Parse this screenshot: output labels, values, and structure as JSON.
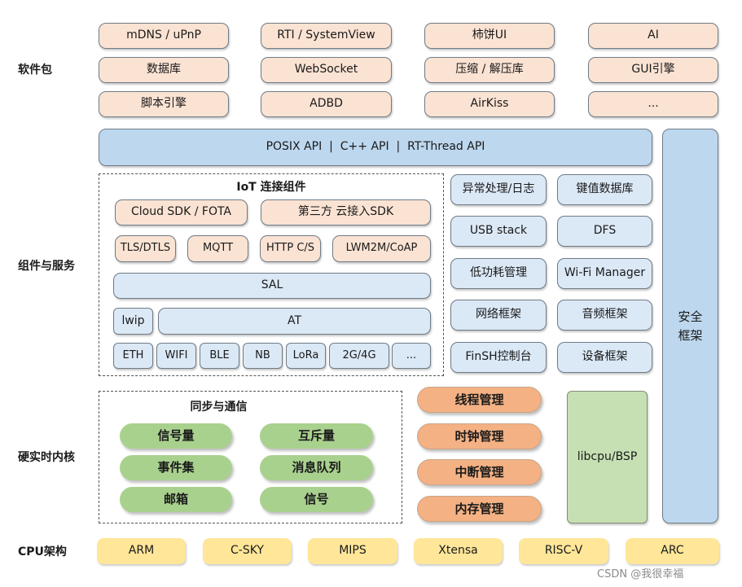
{
  "layer_labels": {
    "packages": "软件包",
    "components": "组件与服务",
    "kernel": "硬实时内核",
    "cpu": "CPU架构"
  },
  "packages": [
    "mDNS / uPnP",
    "RTI / SystemView",
    "柿饼UI",
    "AI",
    "数据库",
    "WebSocket",
    "压缩 / 解压库",
    "GUI引擎",
    "脚本引擎",
    "ADBD",
    "AirKiss",
    "..."
  ],
  "api_bar": "POSIX API  |  C++ API  |  RT-Thread API",
  "security": "安全\n框架",
  "iot": {
    "title": "IoT 连接组件",
    "cloud_sdk": "Cloud SDK / FOTA",
    "third_party": "第三方 云接入SDK",
    "protocols": [
      "TLS/DTLS",
      "MQTT",
      "HTTP C/S",
      "LWM2M/CoAP"
    ],
    "sal": "SAL",
    "lwip": "lwip",
    "at": "AT",
    "links": [
      "ETH",
      "WIFI",
      "BLE",
      "NB",
      "LoRa",
      "2G/4G",
      "..."
    ]
  },
  "services": [
    "异常处理/日志",
    "键值数据库",
    "USB stack",
    "DFS",
    "低功耗管理",
    "Wi-Fi Manager",
    "网络框架",
    "音频框架",
    "FinSH控制台",
    "设备框架"
  ],
  "sync": {
    "title": "同步与通信",
    "items": [
      "信号量",
      "互斥量",
      "事件集",
      "消息队列",
      "邮箱",
      "信号"
    ]
  },
  "kernel_mgmt": [
    "线程管理",
    "时钟管理",
    "中断管理",
    "内存管理"
  ],
  "libcpu": "libcpu/BSP",
  "cpus": [
    "ARM",
    "C-SKY",
    "MIPS",
    "Xtensa",
    "RISC-V",
    "ARC"
  ],
  "watermark": "CSDN @我很幸福",
  "colors": {
    "package_fill": "#fbe3d3",
    "api_fill": "#bdd7ee",
    "service_fill": "#dbe8f6",
    "sync_fill": "#a9d18e",
    "kernel_mgmt_fill": "#f4b183",
    "libcpu_fill": "#c6e0b4",
    "cpu_fill": "#ffe699"
  }
}
